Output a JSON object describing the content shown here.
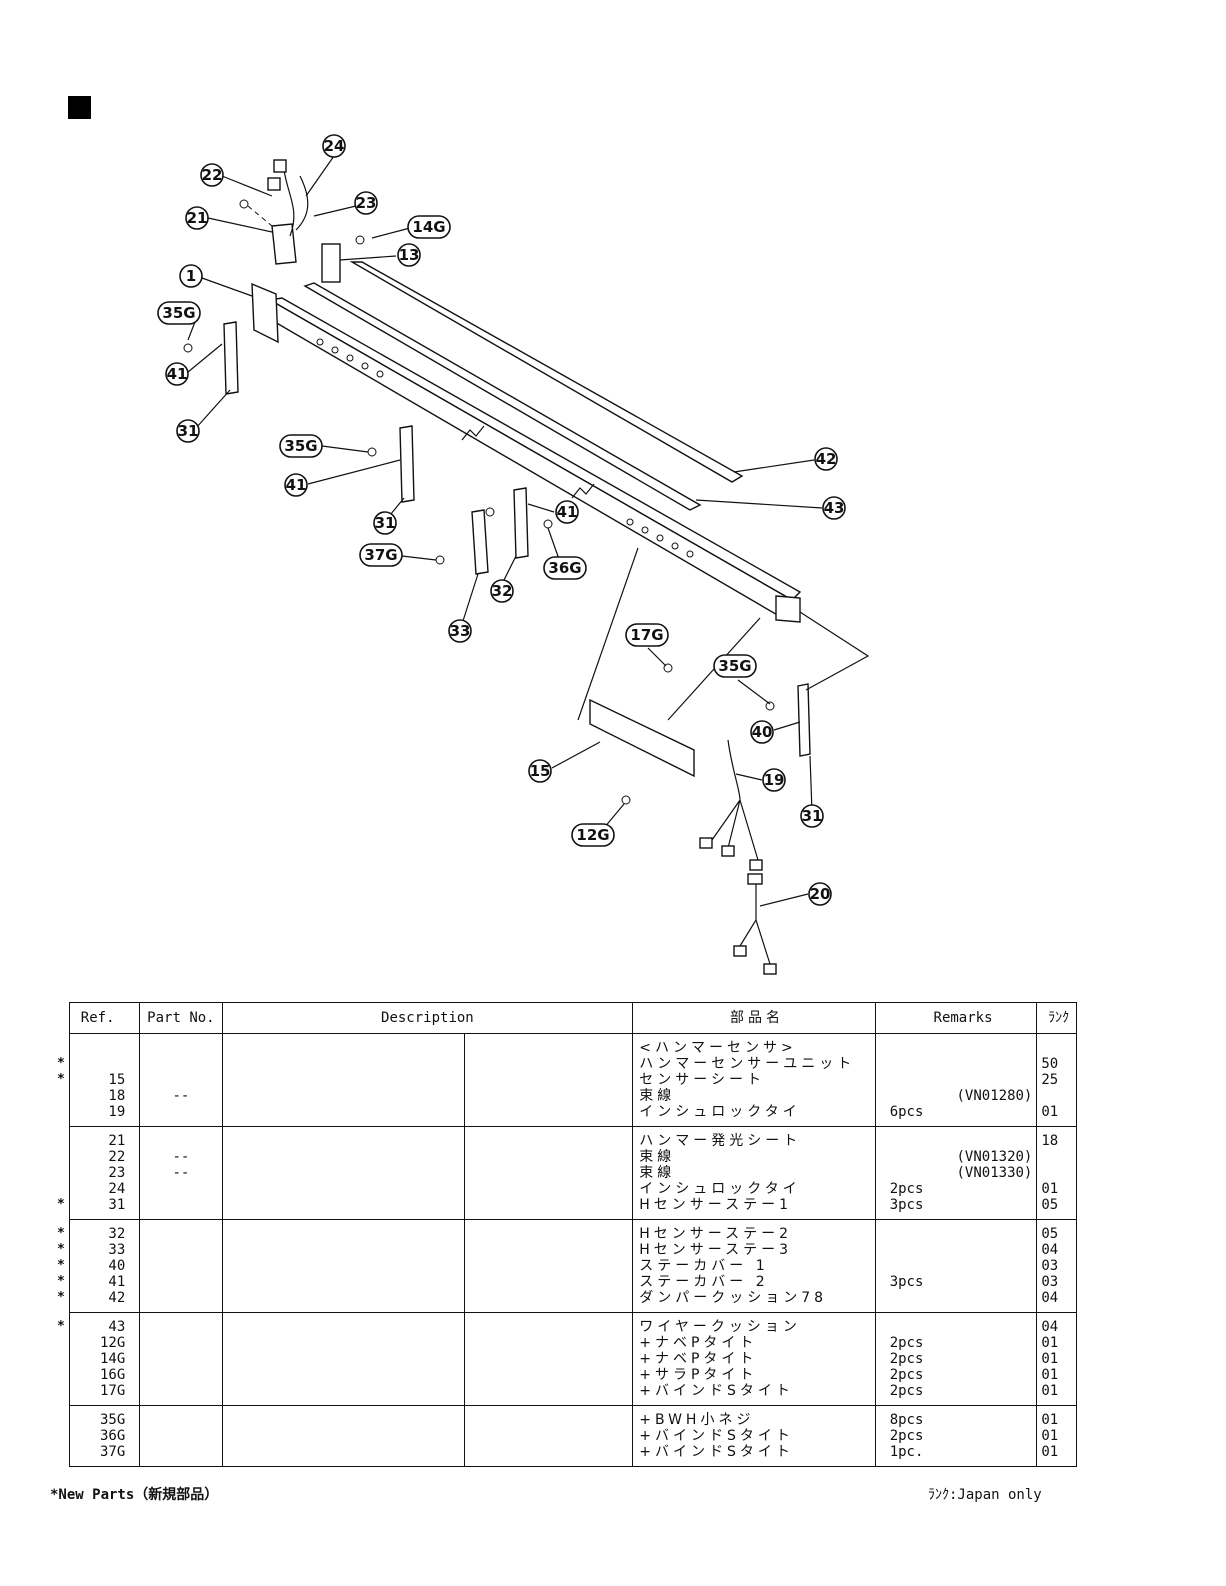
{
  "callouts": [
    "24",
    "22",
    "23",
    "21",
    "14G",
    "13",
    "1",
    "35G",
    "41",
    "31",
    "35G",
    "41",
    "31",
    "42",
    "43",
    "41",
    "37G",
    "36G",
    "32",
    "33",
    "17G",
    "35G",
    "40",
    "15",
    "19",
    "31",
    "12G",
    "20"
  ],
  "table": {
    "headers": {
      "ref": "Ref.",
      "part_no": "Part No.",
      "description": "Description",
      "jp_name": "部品名",
      "remarks": "Remarks",
      "rank": "ﾗﾝｸ"
    },
    "groups": [
      {
        "rows": [
          {
            "star": "",
            "ref": "",
            "part": "",
            "jp": "<ハンマーセンサ>",
            "remarks": "",
            "rank": ""
          },
          {
            "star": "*",
            "ref": "",
            "part": "",
            "jp": "ハンマーセンサーユニット",
            "remarks": "",
            "rank": "50"
          },
          {
            "star": "*",
            "ref": "15",
            "part": "",
            "jp": "センサーシート",
            "remarks": "",
            "rank": "25"
          },
          {
            "star": "",
            "ref": "18",
            "part": "--",
            "jp": "束線",
            "remarks": "(VN01280)",
            "rank": ""
          },
          {
            "star": "",
            "ref": "19",
            "part": "",
            "jp": "インシュロックタイ",
            "remarks": "6pcs",
            "rank": "01"
          }
        ]
      },
      {
        "rows": [
          {
            "star": "",
            "ref": "21",
            "part": "",
            "jp": "ハンマー発光シート",
            "remarks": "",
            "rank": "18"
          },
          {
            "star": "",
            "ref": "22",
            "part": "--",
            "jp": "束線",
            "remarks": "(VN01320)",
            "rank": ""
          },
          {
            "star": "",
            "ref": "23",
            "part": "--",
            "jp": "束線",
            "remarks": "(VN01330)",
            "rank": ""
          },
          {
            "star": "",
            "ref": "24",
            "part": "",
            "jp": "インシュロックタイ",
            "remarks": "2pcs",
            "rank": "01"
          },
          {
            "star": "*",
            "ref": "31",
            "part": "",
            "jp": "Hセンサーステー1",
            "remarks": "3pcs",
            "rank": "05"
          }
        ]
      },
      {
        "rows": [
          {
            "star": "*",
            "ref": "32",
            "part": "",
            "jp": "Hセンサーステー2",
            "remarks": "",
            "rank": "05"
          },
          {
            "star": "*",
            "ref": "33",
            "part": "",
            "jp": "Hセンサーステー3",
            "remarks": "",
            "rank": "04"
          },
          {
            "star": "*",
            "ref": "40",
            "part": "",
            "jp": "ステーカバー 1",
            "remarks": "",
            "rank": "03"
          },
          {
            "star": "*",
            "ref": "41",
            "part": "",
            "jp": "ステーカバー 2",
            "remarks": "3pcs",
            "rank": "03"
          },
          {
            "star": "*",
            "ref": "42",
            "part": "",
            "jp": "ダンパークッション78",
            "remarks": "",
            "rank": "04"
          }
        ]
      },
      {
        "rows": [
          {
            "star": "*",
            "ref": "43",
            "part": "",
            "jp": "ワイヤークッション",
            "remarks": "",
            "rank": "04"
          },
          {
            "star": "",
            "ref": "12G",
            "part": "",
            "jp": "+ナベPタイト",
            "remarks": "2pcs",
            "rank": "01"
          },
          {
            "star": "",
            "ref": "14G",
            "part": "",
            "jp": "+ナベPタイト",
            "remarks": "2pcs",
            "rank": "01"
          },
          {
            "star": "",
            "ref": "16G",
            "part": "",
            "jp": "+サラPタイト",
            "remarks": "2pcs",
            "rank": "01"
          },
          {
            "star": "",
            "ref": "17G",
            "part": "",
            "jp": "+バインドSタイト",
            "remarks": "2pcs",
            "rank": "01"
          }
        ]
      },
      {
        "rows": [
          {
            "star": "",
            "ref": "35G",
            "part": "",
            "jp": "+BWH小ネジ",
            "remarks": "8pcs",
            "rank": "01"
          },
          {
            "star": "",
            "ref": "36G",
            "part": "",
            "jp": "+バインドSタイト",
            "remarks": "2pcs",
            "rank": "01"
          },
          {
            "star": "",
            "ref": "37G",
            "part": "",
            "jp": "+バインドSタイト",
            "remarks": "1pc.",
            "rank": "01"
          }
        ]
      }
    ]
  },
  "footer": {
    "new_parts": "*New Parts（新規部品）",
    "rank_note": "ﾗﾝｸ:Japan only"
  }
}
